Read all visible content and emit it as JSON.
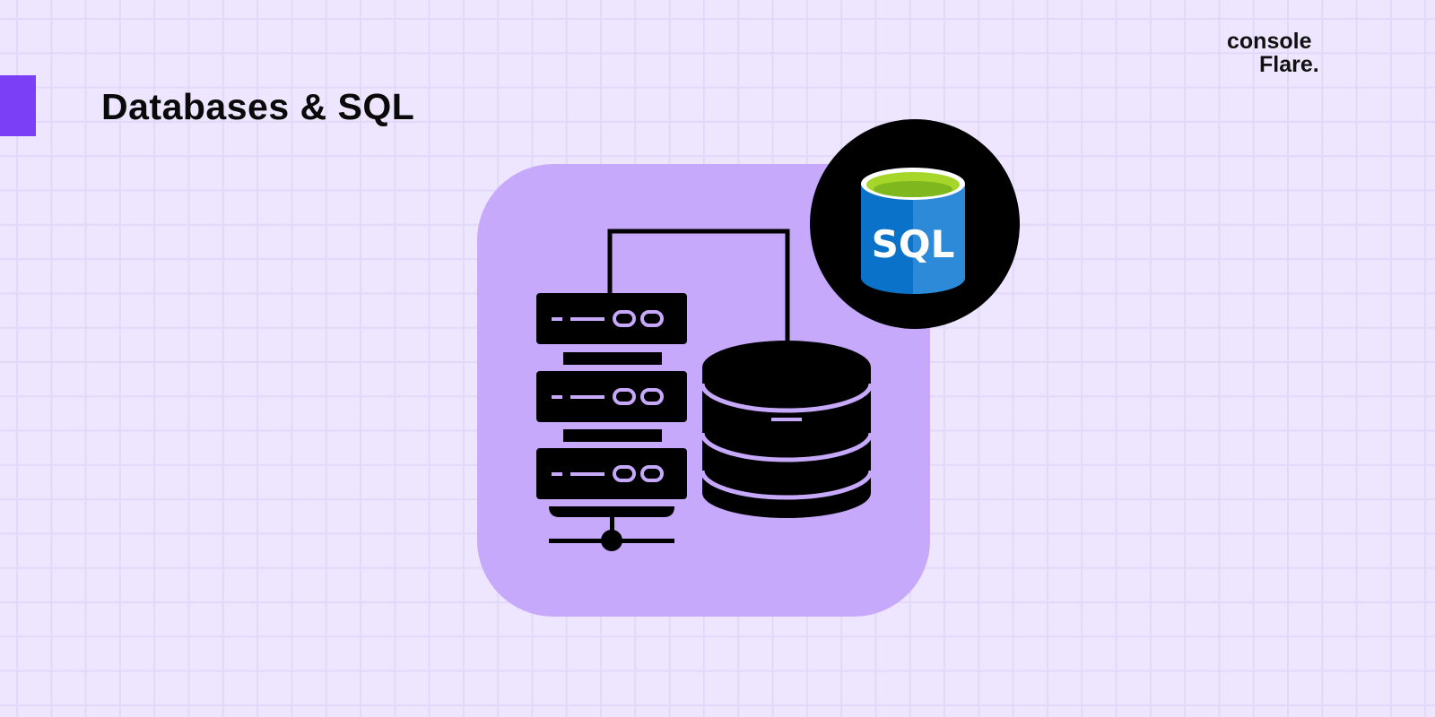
{
  "header": {
    "title": "Databases & SQL"
  },
  "logo": {
    "line1": "console",
    "line2": "Flare."
  },
  "badge": {
    "label": "SQL"
  },
  "colors": {
    "accent": "#7b3ff5",
    "card": "#c7a9fc",
    "background": "#ede6fe",
    "sql_blue": "#0a72c8",
    "sql_green": "#a6d62a"
  }
}
